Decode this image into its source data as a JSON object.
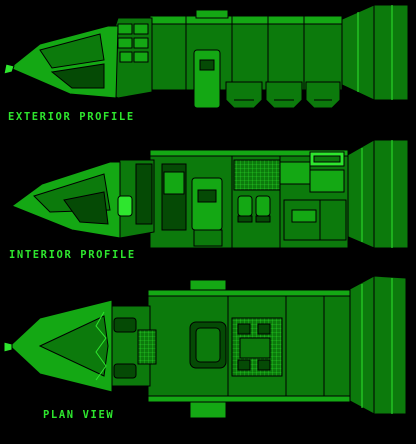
{
  "captions": {
    "exterior": "EXTERIOR PROFILE",
    "interior": "INTERIOR PROFILE",
    "plan": "PLAN VIEW"
  },
  "colors": {
    "background": "#000000",
    "hull_fill": "#0c7a0c",
    "hull_mid": "#14a814",
    "hull_light": "#2ee62e",
    "hull_dark": "#054a05",
    "hull_deep": "#022e02",
    "outline": "#000000",
    "caption": "#2ee62e"
  }
}
